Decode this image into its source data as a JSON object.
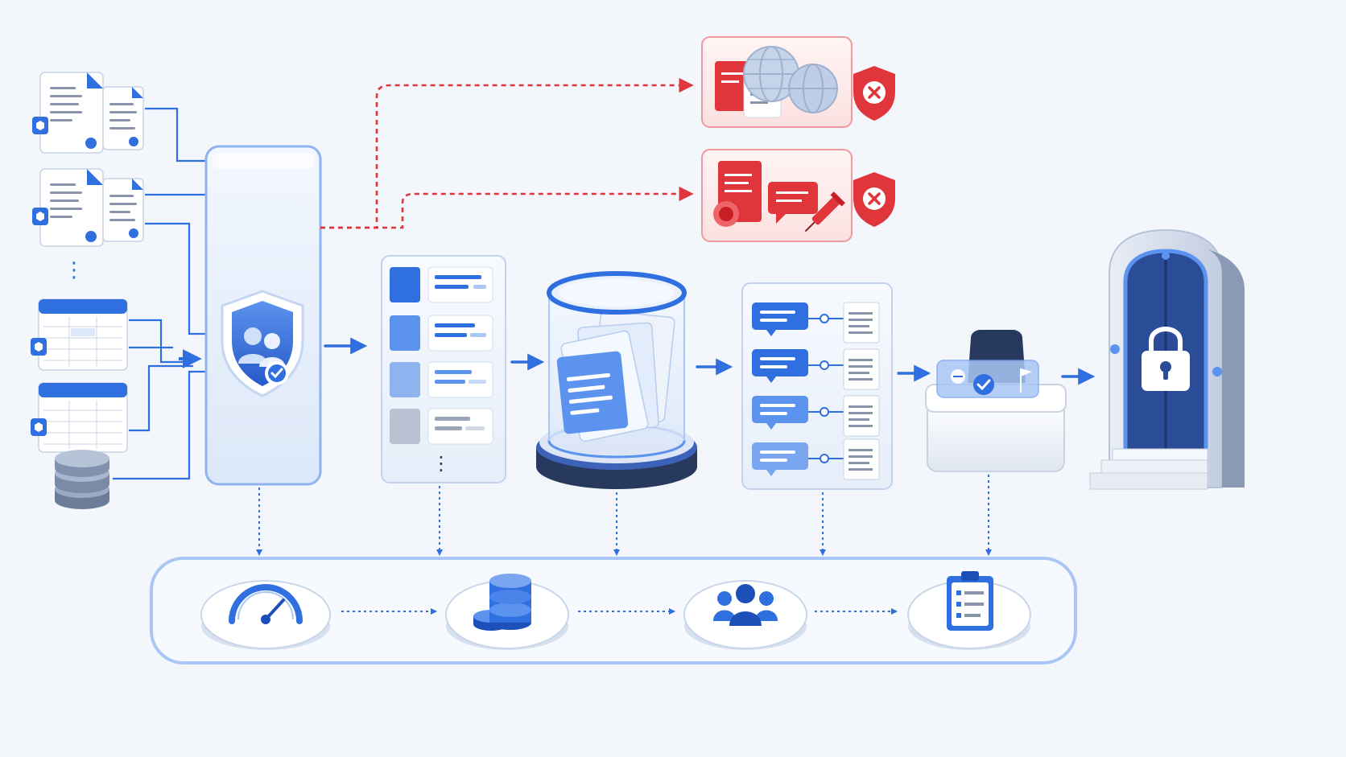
{
  "diagram": {
    "colors": {
      "primary": "#2f6fe0",
      "primary_dark": "#1d4fb8",
      "primary_light": "#a9c6f5",
      "panel_fill": "#eef3fb",
      "panel_stroke": "#b7cdee",
      "danger": "#e0353a",
      "danger_light": "#fde6e6",
      "neutral": "#9aa6b8",
      "background": "#f3f6fb"
    },
    "sources": {
      "documents": [
        "document-certificate-icon",
        "document-certificate-icon"
      ],
      "tables": [
        "spreadsheet-table-icon",
        "spreadsheet-table-icon"
      ],
      "database": "database-stack-icon",
      "ellipsis": "⋮"
    },
    "pipeline": [
      {
        "id": "security-gateway",
        "icon": "shield-users-check-icon"
      },
      {
        "id": "classified-list",
        "icon": "document-list-icon",
        "ellipsis": "⋮"
      },
      {
        "id": "vector-store",
        "icon": "cylinder-documents-icon"
      },
      {
        "id": "retrieval-results",
        "icon": "chat-document-links-icon"
      },
      {
        "id": "approval-station",
        "icon": "approval-check-icon"
      },
      {
        "id": "secure-vault",
        "icon": "lock-door-icon"
      }
    ],
    "blocked": [
      {
        "id": "external-sharing",
        "icon": "documents-globes-icon",
        "status": "blocked-shield-x-icon"
      },
      {
        "id": "malicious-injection",
        "icon": "malware-chat-syringe-icon",
        "status": "blocked-shield-x-icon"
      }
    ],
    "monitoring": [
      {
        "id": "performance",
        "icon": "speedometer-gauge-icon"
      },
      {
        "id": "storage",
        "icon": "coin-stack-icon"
      },
      {
        "id": "users",
        "icon": "user-group-icon"
      },
      {
        "id": "audit",
        "icon": "clipboard-checklist-icon"
      }
    ]
  }
}
